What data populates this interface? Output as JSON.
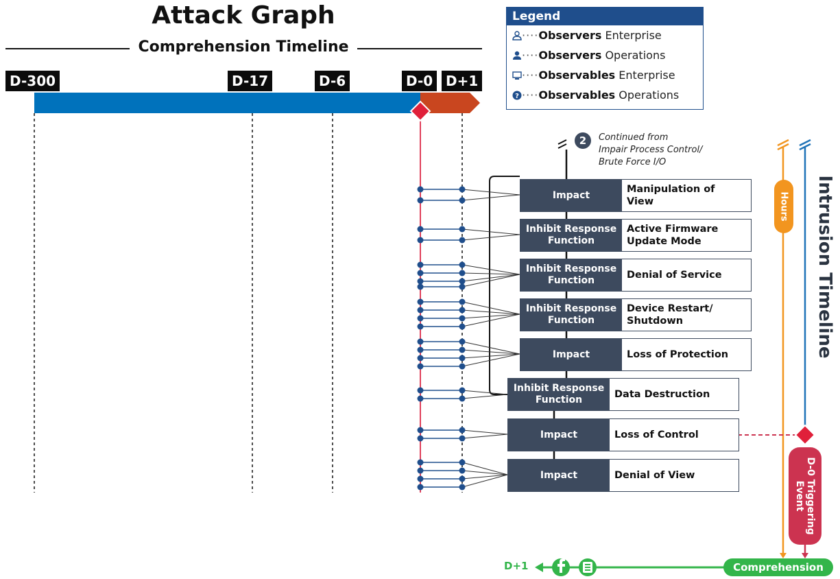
{
  "header": {
    "title": "Attack Graph",
    "subtitle": "Comprehension Timeline"
  },
  "timeline_labels": {
    "d300": "D-300",
    "d17": "D-17",
    "d6": "D-6",
    "d0": "D-0",
    "dplus1": "D+1"
  },
  "legend": {
    "title": "Legend",
    "rows": [
      {
        "icon": "user-outline-icon",
        "bold": "Observers",
        "text": "Enterprise"
      },
      {
        "icon": "user-filled-icon",
        "bold": "Observers",
        "text": "Operations"
      },
      {
        "icon": "monitor-icon",
        "bold": "Observables",
        "text": "Enterprise"
      },
      {
        "icon": "question-circle-icon",
        "bold": "Observables",
        "text": "Operations"
      }
    ],
    "dots": "····"
  },
  "continued": {
    "badge": "2",
    "line1": "Continued from",
    "line2": "Impair Process Control/",
    "line3": "Brute Force I/O"
  },
  "techniques": [
    {
      "tactic": "Impact",
      "name": "Manipulation of View"
    },
    {
      "tactic": "Inhibit Response Function",
      "name": "Active Firmware Update Mode"
    },
    {
      "tactic": "Inhibit Response Function",
      "name": "Denial of Service"
    },
    {
      "tactic": "Inhibit Response Function",
      "name": "Device Restart/ Shutdown"
    },
    {
      "tactic": "Impact",
      "name": "Loss of Protection"
    },
    {
      "tactic": "Inhibit Response Function",
      "name": "Data Destruction"
    },
    {
      "tactic": "Impact",
      "name": "Loss of Control"
    },
    {
      "tactic": "Impact",
      "name": "Denial of View"
    }
  ],
  "right_timeline": {
    "hours": "Hours",
    "intrusion": "Intrusion Timeline",
    "trigger_line1": "D-0 Triggering",
    "trigger_line2": "Event",
    "comprehension": "Comprehension",
    "dplus1": "D+1"
  },
  "colors": {
    "comprehension_blue": "#0072bc",
    "intrusion_orange_red": "#c9461f",
    "trigger_red": "#cc3350",
    "hours_orange": "#f2951f",
    "intrusion_blue": "#1f73b8",
    "comprehension_green": "#33b54a",
    "tactic_slate": "#3d4a5e"
  }
}
